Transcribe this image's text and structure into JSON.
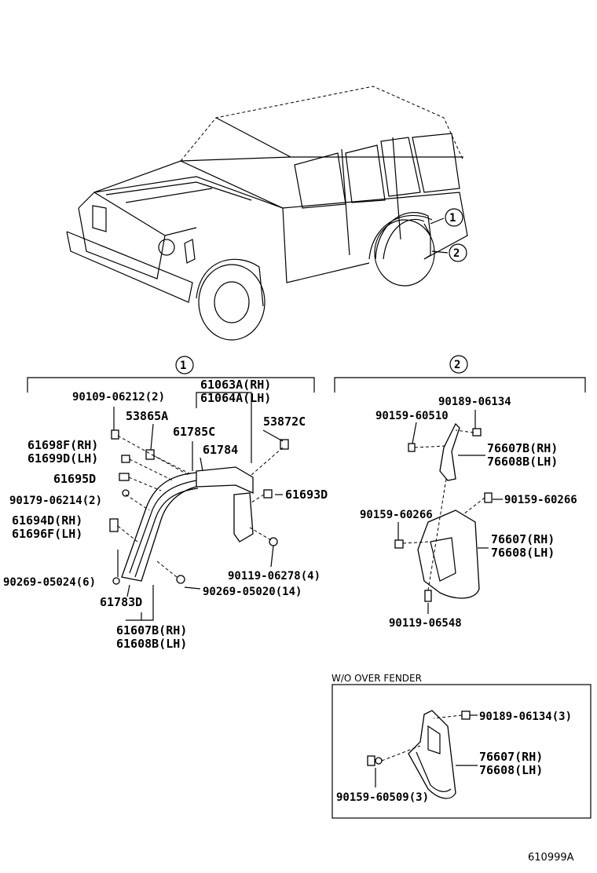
{
  "callouts": {
    "one": "1",
    "two": "2"
  },
  "group1": {
    "labels": {
      "p61063A": "61063A(RH)",
      "p61064A": "61064A(LH)",
      "p90109": "90109-06212(2)",
      "p53865A": "53865A",
      "p61785C": "61785C",
      "p53872C": "53872C",
      "p61698F": "61698F(RH)",
      "p61699D": "61699D(LH)",
      "p61784": "61784",
      "p61695D": "61695D",
      "p61693D": "61693D",
      "p90179": "90179-06214(2)",
      "p61694D": "61694D(RH)",
      "p61696F": "61696F(LH)",
      "p90119_06278": "90119-06278(4)",
      "p90269_05024": "90269-05024(6)",
      "p90269_05020": "90269-05020(14)",
      "p61783D": "61783D",
      "p61607B": "61607B(RH)",
      "p61608B": "61608B(LH)"
    }
  },
  "group2": {
    "labels": {
      "p90189": "90189-06134",
      "p90159_60510": "90159-60510",
      "p76607B": "76607B(RH)",
      "p76608B": "76608B(LH)",
      "p90159_60266a": "90159-60266",
      "p90159_60266b": "90159-60266",
      "p76607": "76607(RH)",
      "p76608": "76608(LH)",
      "p90119_06548": "90119-06548"
    }
  },
  "inset": {
    "title": "W/O OVER FENDER",
    "labels": {
      "p90189_3": "90189-06134(3)",
      "p76607": "76607(RH)",
      "p76608": "76608(LH)",
      "p90159_60509": "90159-60509(3)"
    }
  },
  "drawing_number": "610999A"
}
